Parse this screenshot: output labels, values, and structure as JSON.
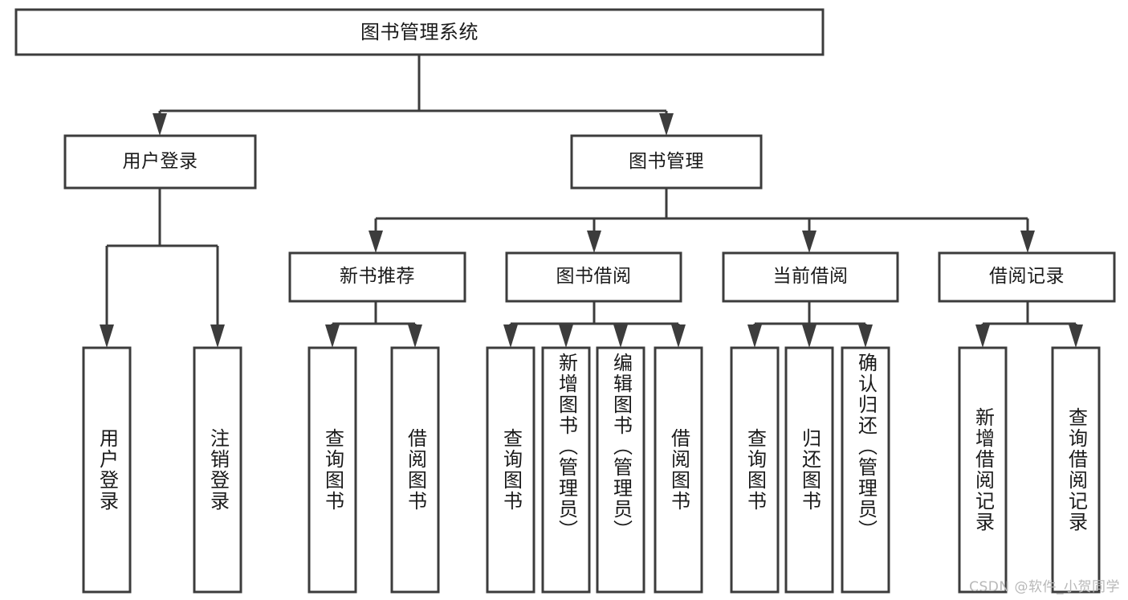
{
  "diagram": {
    "type": "hierarchy-tree",
    "title": "图书管理系统",
    "watermark": "CSDN @软件_小贺同学",
    "colors": {
      "stroke": "#3c3c3c",
      "fill": "#ffffff",
      "text": "#1a1a1a",
      "watermark": "#b8b8b8"
    },
    "nodes": {
      "root": {
        "label": "图书管理系统"
      },
      "level2": [
        {
          "label": "用户登录"
        },
        {
          "label": "图书管理"
        }
      ],
      "level3": [
        {
          "label": "新书推荐"
        },
        {
          "label": "图书借阅"
        },
        {
          "label": "当前借阅"
        },
        {
          "label": "借阅记录"
        }
      ],
      "leaves": {
        "user_login": [
          {
            "label": "用户登录"
          },
          {
            "label": "注销登录"
          }
        ],
        "new_book": [
          {
            "label": "查询图书"
          },
          {
            "label": "借阅图书"
          }
        ],
        "book_borrow": [
          {
            "label": "查询图书"
          },
          {
            "label": "新增图书（管理员）"
          },
          {
            "label": "编辑图书（管理员）"
          },
          {
            "label": "借阅图书"
          }
        ],
        "current_borrow": [
          {
            "label": "查询图书"
          },
          {
            "label": "归还图书"
          },
          {
            "label": "确认归还（管理员）"
          }
        ],
        "borrow_record": [
          {
            "label": "新增借阅记录"
          },
          {
            "label": "查询借阅记录"
          }
        ]
      }
    }
  }
}
